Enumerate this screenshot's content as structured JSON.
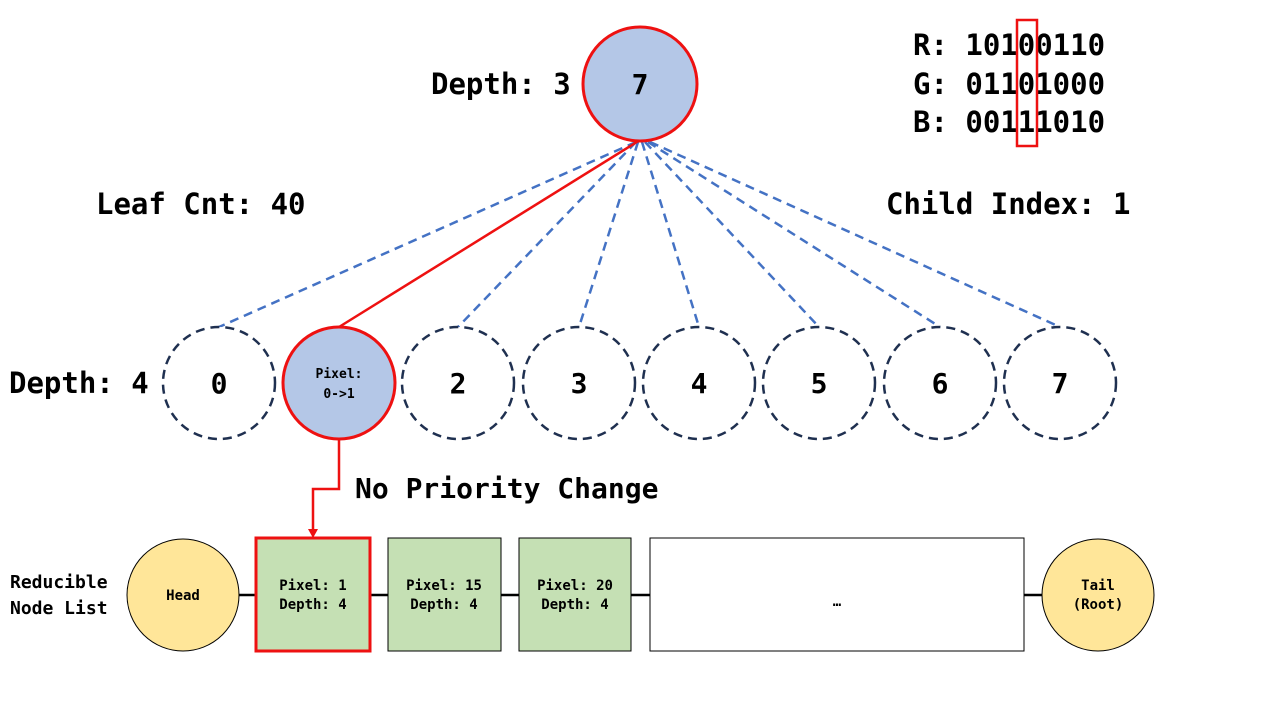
{
  "root": {
    "depth_label": "Depth: 3",
    "value": "7"
  },
  "rgb": {
    "lines": [
      "R: 10100110",
      "G: 01101000",
      "B: 00111010"
    ]
  },
  "leaf_count_label": "Leaf Cnt: 40",
  "child_index_label": "Child Index: 1",
  "children": {
    "depth_label": "Depth: 4",
    "nodes": [
      {
        "label": "0",
        "active": false
      },
      {
        "label_lines": [
          "Pixel:",
          "0->1"
        ],
        "active": true
      },
      {
        "label": "2",
        "active": false
      },
      {
        "label": "3",
        "active": false
      },
      {
        "label": "4",
        "active": false
      },
      {
        "label": "5",
        "active": false
      },
      {
        "label": "6",
        "active": false
      },
      {
        "label": "7",
        "active": false
      }
    ]
  },
  "priority_note": "No Priority Change",
  "reducible_list": {
    "label_lines": [
      "Reducible",
      "Node List"
    ],
    "head": "Head",
    "tail_lines": [
      "Tail",
      "(Root)"
    ],
    "items": [
      {
        "lines": [
          "Pixel: 1",
          "Depth: 4"
        ],
        "highlight": true
      },
      {
        "lines": [
          "Pixel: 15",
          "Depth: 4"
        ],
        "highlight": false
      },
      {
        "lines": [
          "Pixel: 20",
          "Depth: 4"
        ],
        "highlight": false
      }
    ],
    "ellipsis": "…"
  },
  "colors": {
    "node_fill": "#b4c7e7",
    "highlight": "#ee1111",
    "dashed_circle": "#1f3050",
    "dashed_edge": "#4472c4",
    "list_item_fill": "#c5e0b4",
    "head_tail_fill": "#ffe699"
  }
}
